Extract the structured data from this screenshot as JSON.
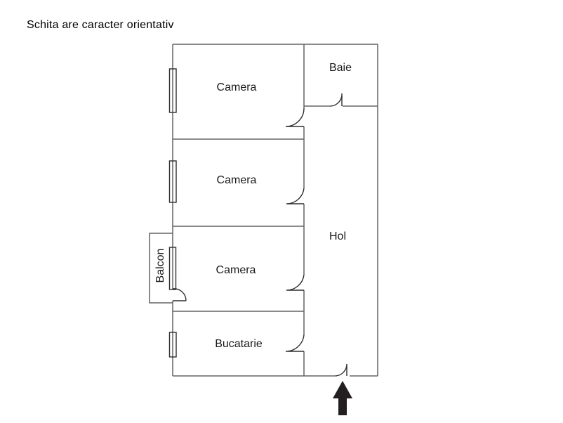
{
  "title": "Schita are caracter orientativ",
  "rooms": [
    {
      "id": "camera-1",
      "label": "Camera"
    },
    {
      "id": "baie",
      "label": "Baie"
    },
    {
      "id": "camera-2",
      "label": "Camera"
    },
    {
      "id": "camera-3",
      "label": "Camera"
    },
    {
      "id": "balcon",
      "label": "Balcon"
    },
    {
      "id": "hol",
      "label": "Hol"
    },
    {
      "id": "bucatarie",
      "label": "Bucatarie"
    }
  ],
  "entrance": {
    "direction": "up"
  },
  "colors": {
    "background": "#ffffff",
    "wall": "#636466",
    "detail": "#2e2e2e",
    "text": "#1a1a1a",
    "arrow": "#231f20"
  }
}
